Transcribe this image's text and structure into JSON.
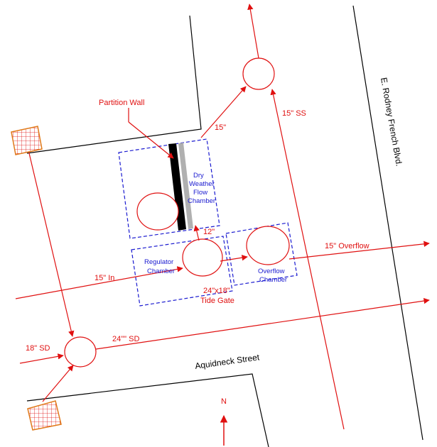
{
  "labels": {
    "partition_wall": "Partition Wall",
    "ss_15": "15\" SS",
    "pipe_15": "15\"",
    "dry_weather_1": "Dry",
    "dry_weather_2": "Weather",
    "dry_weather_3": "Flow",
    "dry_weather_4": "Chamber",
    "pipe_12": "12\"",
    "overflow_15": "15\" Overflow",
    "regulator_1": "Regulator",
    "regulator_2": "Chamber",
    "overflow_chamber_1": "Overflow",
    "overflow_chamber_2": "Chamber",
    "in_15": "15\" In",
    "tide_gate_1": "24\"x18\"",
    "tide_gate_2": "Tide Gate",
    "sd_18": "18\" SD",
    "sd_24": "24\"\" SD",
    "aquidneck": "Aquidneck Street",
    "rodney_french": "E. Rodney French Blvd.",
    "north": "N"
  },
  "colors": {
    "pipe": "#e01010",
    "chamber_outline": "#1a1ad0",
    "street_line": "#000000",
    "catch_basin": "#e07a1a",
    "partition": "#000000",
    "partition_shadow": "#b0b0b0"
  },
  "icons": {
    "catch_basin": "grate-icon",
    "north_arrow": "north-arrow-icon"
  }
}
